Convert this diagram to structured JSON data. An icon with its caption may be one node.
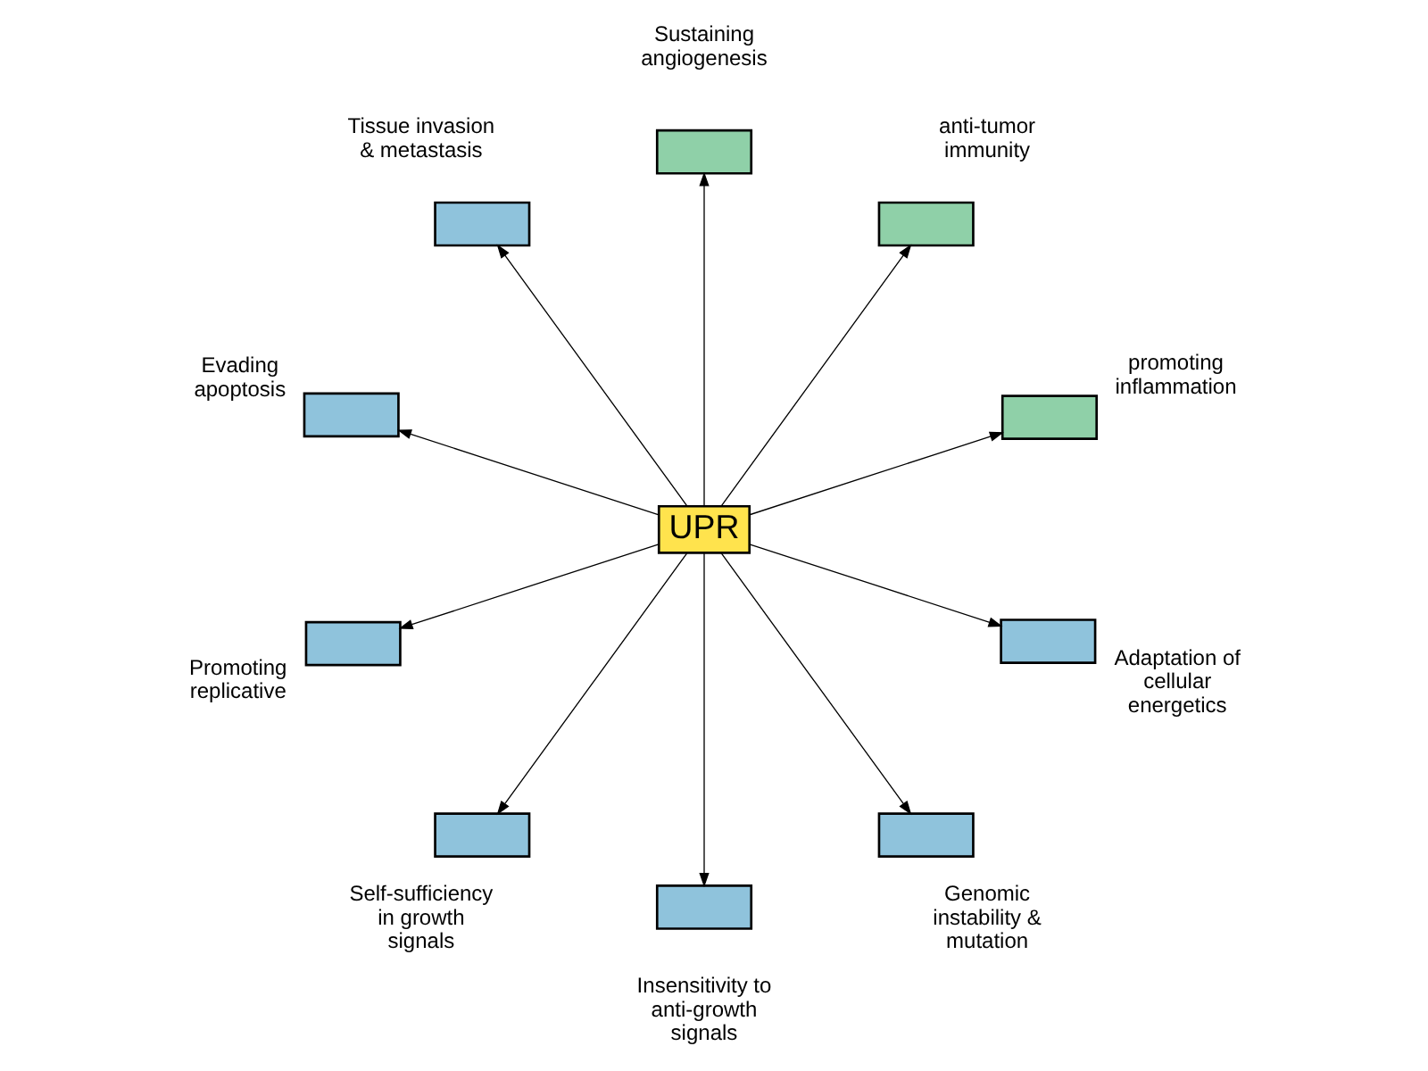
{
  "diagram": {
    "nodes": [
      {
        "text": [
          "UPR"
        ]
      },
      {
        "text": [],
        "shape": "box",
        "beside": [
          "promoting inflammation"
        ]
      },
      {
        "text": [],
        "shape": "box",
        "beside": [
          "anti-tumor immunity"
        ]
      },
      {
        "text": [],
        "shape": "box",
        "beside": [
          "Sustaining angiogenesis"
        ]
      },
      {
        "text": [],
        "shape": "box",
        "beside": [
          "Tissue invasion & metastasis"
        ]
      },
      {
        "text": [],
        "shape": "box",
        "beside": [
          "Evading apoptosis"
        ]
      },
      {
        "text": [],
        "shape": "box",
        "beside": [
          "Promoting replicative"
        ]
      },
      {
        "text": [],
        "shape": "box",
        "beside": [
          "Self-sufficiency in growth signals"
        ]
      },
      {
        "text": [],
        "shape": "box",
        "beside": [
          "Insensitivity to anti-growth signals"
        ]
      },
      {
        "text": [],
        "shape": "box",
        "beside": [
          "Genomic instability & mutation"
        ]
      },
      {
        "text": [],
        "shape": "box",
        "beside": [
          "Adaptation of cellular energetics"
        ]
      }
    ],
    "edges": [
      {
        "from": 0,
        "to": 1,
        "arrow": "to"
      },
      {
        "from": 0,
        "to": 2,
        "arrow": "to"
      },
      {
        "from": 0,
        "to": 3,
        "arrow": "to"
      },
      {
        "from": 0,
        "to": 4,
        "arrow": "to"
      },
      {
        "from": 0,
        "to": 5,
        "arrow": "to"
      },
      {
        "from": 0,
        "to": 6,
        "arrow": "to"
      },
      {
        "from": 0,
        "to": 7,
        "arrow": "to"
      },
      {
        "from": 0,
        "to": 8,
        "arrow": "to"
      },
      {
        "from": 0,
        "to": 9,
        "arrow": "to"
      },
      {
        "from": 0,
        "to": 10,
        "arrow": "to"
      }
    ]
  }
}
